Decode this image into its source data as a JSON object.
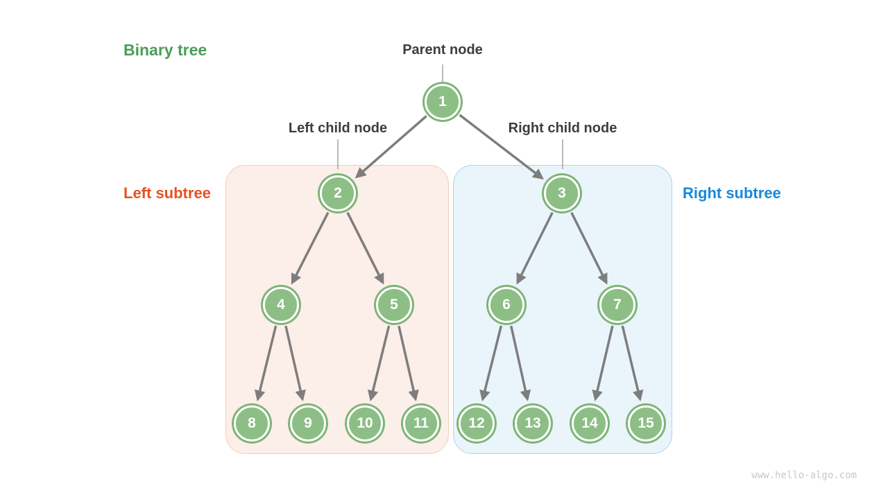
{
  "title": "Binary tree",
  "watermark": "www.hello-algo.com",
  "labels": {
    "parent": "Parent node",
    "left_child": "Left child node",
    "right_child": "Right child node",
    "left_subtree": "Left subtree",
    "right_subtree": "Right subtree"
  },
  "colors": {
    "title_green": "#4C9D57",
    "label_text": "#3D3D3D",
    "node_fill": "#8CBE85",
    "node_ring": "#7DB477",
    "node_text": "#FFFFFF",
    "arrow_gray": "#7D7D7D",
    "label_line_gray": "#A9A9A9",
    "left_box_fill": "#FCEEE8",
    "left_box_border": "#F6CDB8",
    "left_label": "#E8511F",
    "right_box_fill": "#EAF4FB",
    "right_box_border": "#ABD4EF",
    "right_label": "#1789DC",
    "watermark_gray": "#C8C8C8"
  },
  "tree": {
    "nodes": [
      {
        "id": 1,
        "value": "1"
      },
      {
        "id": 2,
        "value": "2"
      },
      {
        "id": 3,
        "value": "3"
      },
      {
        "id": 4,
        "value": "4"
      },
      {
        "id": 5,
        "value": "5"
      },
      {
        "id": 6,
        "value": "6"
      },
      {
        "id": 7,
        "value": "7"
      },
      {
        "id": 8,
        "value": "8"
      },
      {
        "id": 9,
        "value": "9"
      },
      {
        "id": 10,
        "value": "10"
      },
      {
        "id": 11,
        "value": "11"
      },
      {
        "id": 12,
        "value": "12"
      },
      {
        "id": 13,
        "value": "13"
      },
      {
        "id": 14,
        "value": "14"
      },
      {
        "id": 15,
        "value": "15"
      }
    ],
    "edges": [
      [
        1,
        2
      ],
      [
        1,
        3
      ],
      [
        2,
        4
      ],
      [
        2,
        5
      ],
      [
        3,
        6
      ],
      [
        3,
        7
      ],
      [
        4,
        8
      ],
      [
        4,
        9
      ],
      [
        5,
        10
      ],
      [
        5,
        11
      ],
      [
        6,
        12
      ],
      [
        6,
        13
      ],
      [
        7,
        14
      ],
      [
        7,
        15
      ]
    ]
  }
}
